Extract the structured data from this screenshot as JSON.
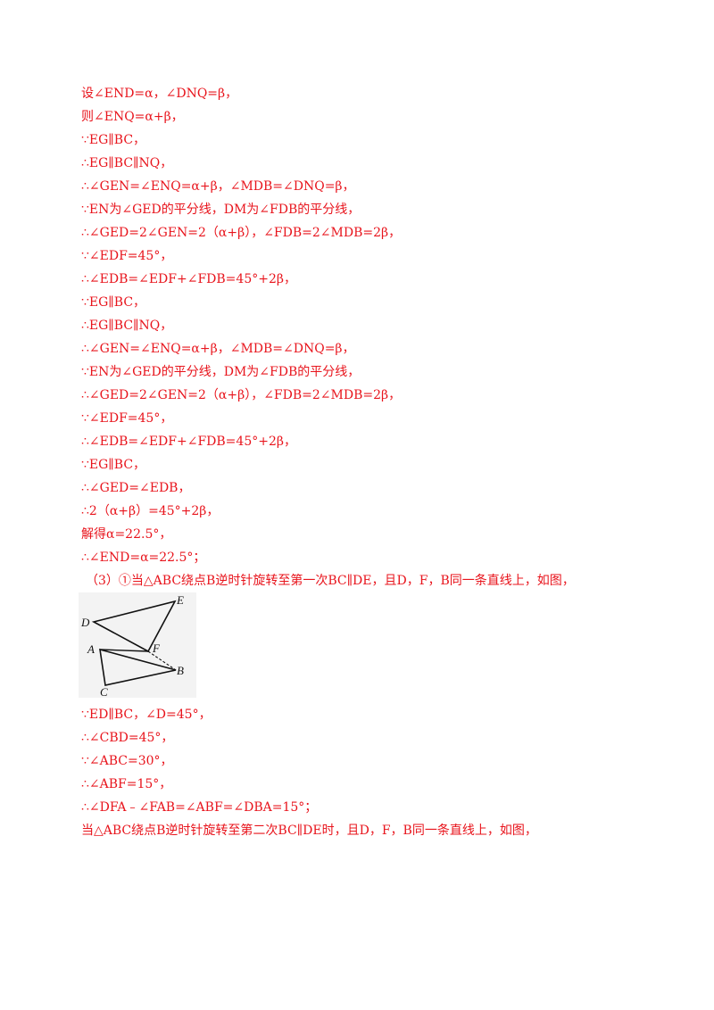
{
  "lines": [
    "设∠END=α，∠DNQ=β，",
    "则∠ENQ=α+β，",
    "∵EG∥BC，",
    "∴EG∥BC∥NQ，",
    "∴∠GEN=∠ENQ=α+β，∠MDB=∠DNQ=β，",
    "∵EN为∠GED的平分线，DM为∠FDB的平分线，",
    "∴∠GED=2∠GEN=2（α+β），∠FDB=2∠MDB=2β，",
    "∵∠EDF=45°，",
    "∴∠EDB=∠EDF+∠FDB=45°+2β，",
    "∵EG∥BC，",
    "∴EG∥BC∥NQ，",
    "∴∠GEN=∠ENQ=α+β，∠MDB=∠DNQ=β，",
    "∵EN为∠GED的平分线，DM为∠FDB的平分线，",
    "∴∠GED=2∠GEN=2（α+β），∠FDB=2∠MDB=2β，",
    "∵∠EDF=45°，",
    "∴∠EDB=∠EDF+∠FDB=45°+2β，",
    "∵EG∥BC，",
    "∴∠GED=∠EDB，",
    "∴2（α+β）=45°+2β，",
    "解得α=22.5°，",
    "∴∠END=α=22.5°；",
    "（3）①当△ABC绕点B逆时针旋转至第一次BC∥DE，且D，F，B同一条直线上，如图，"
  ],
  "figure": {
    "labels": {
      "D": "D",
      "E": "E",
      "A": "A",
      "F": "F",
      "B": "B",
      "C": "C"
    }
  },
  "lines2": [
    "∵ED∥BC，∠D=45°，",
    "∴∠CBD=45°，",
    "∵∠ABC=30°，",
    "∴∠ABF=15°，",
    "∴∠DFA﹣∠FAB=∠ABF=∠DBA=15°；",
    "当△ABC绕点B逆时针旋转至第二次BC∥DE时，且D，F，B同一条直线上，如图，"
  ]
}
